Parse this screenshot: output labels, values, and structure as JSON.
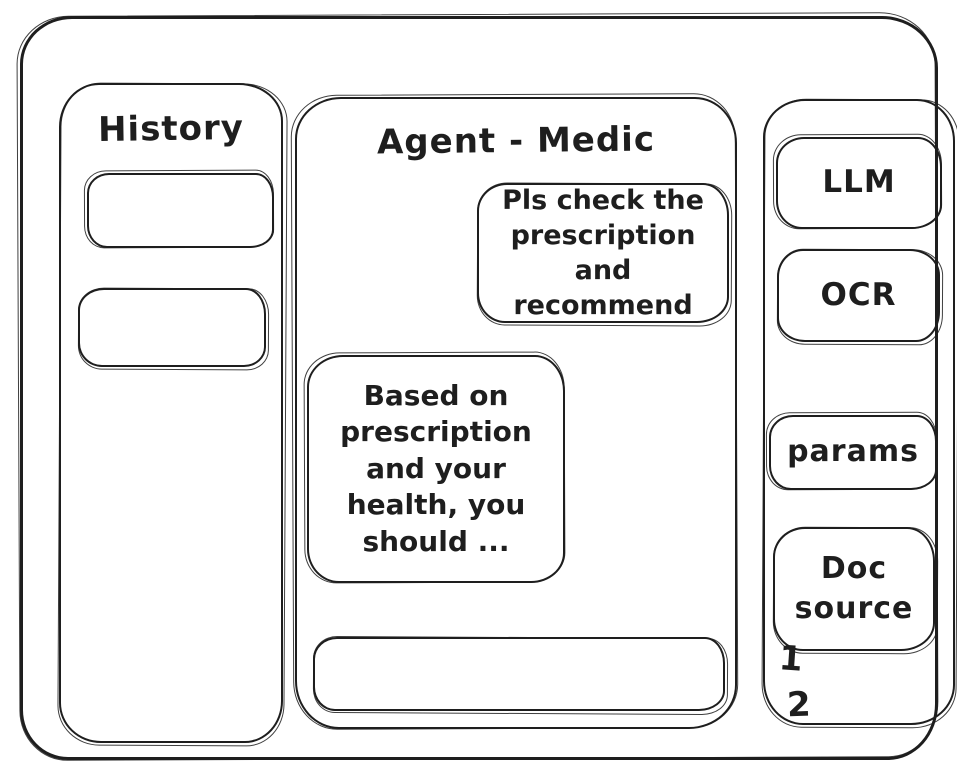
{
  "colors": {
    "ink": "#1e1e1e",
    "background": "#ffffff"
  },
  "history_panel": {
    "title": "History",
    "items": [
      {
        "label": ""
      },
      {
        "label": ""
      }
    ]
  },
  "chat_panel": {
    "title": "Agent - Medic",
    "messages": [
      {
        "role": "user",
        "text": "Pls check the prescription and recommend"
      },
      {
        "role": "agent",
        "text": "Based on prescription and your health, you should ..."
      }
    ],
    "composer": {
      "value": "",
      "placeholder": ""
    }
  },
  "tools_panel": {
    "buttons": [
      {
        "label": "LLM"
      },
      {
        "label": "OCR"
      },
      {
        "label": "params"
      },
      {
        "label": "Doc source"
      }
    ],
    "doc_sources": [
      {
        "label": "1"
      },
      {
        "label": "2"
      }
    ]
  }
}
